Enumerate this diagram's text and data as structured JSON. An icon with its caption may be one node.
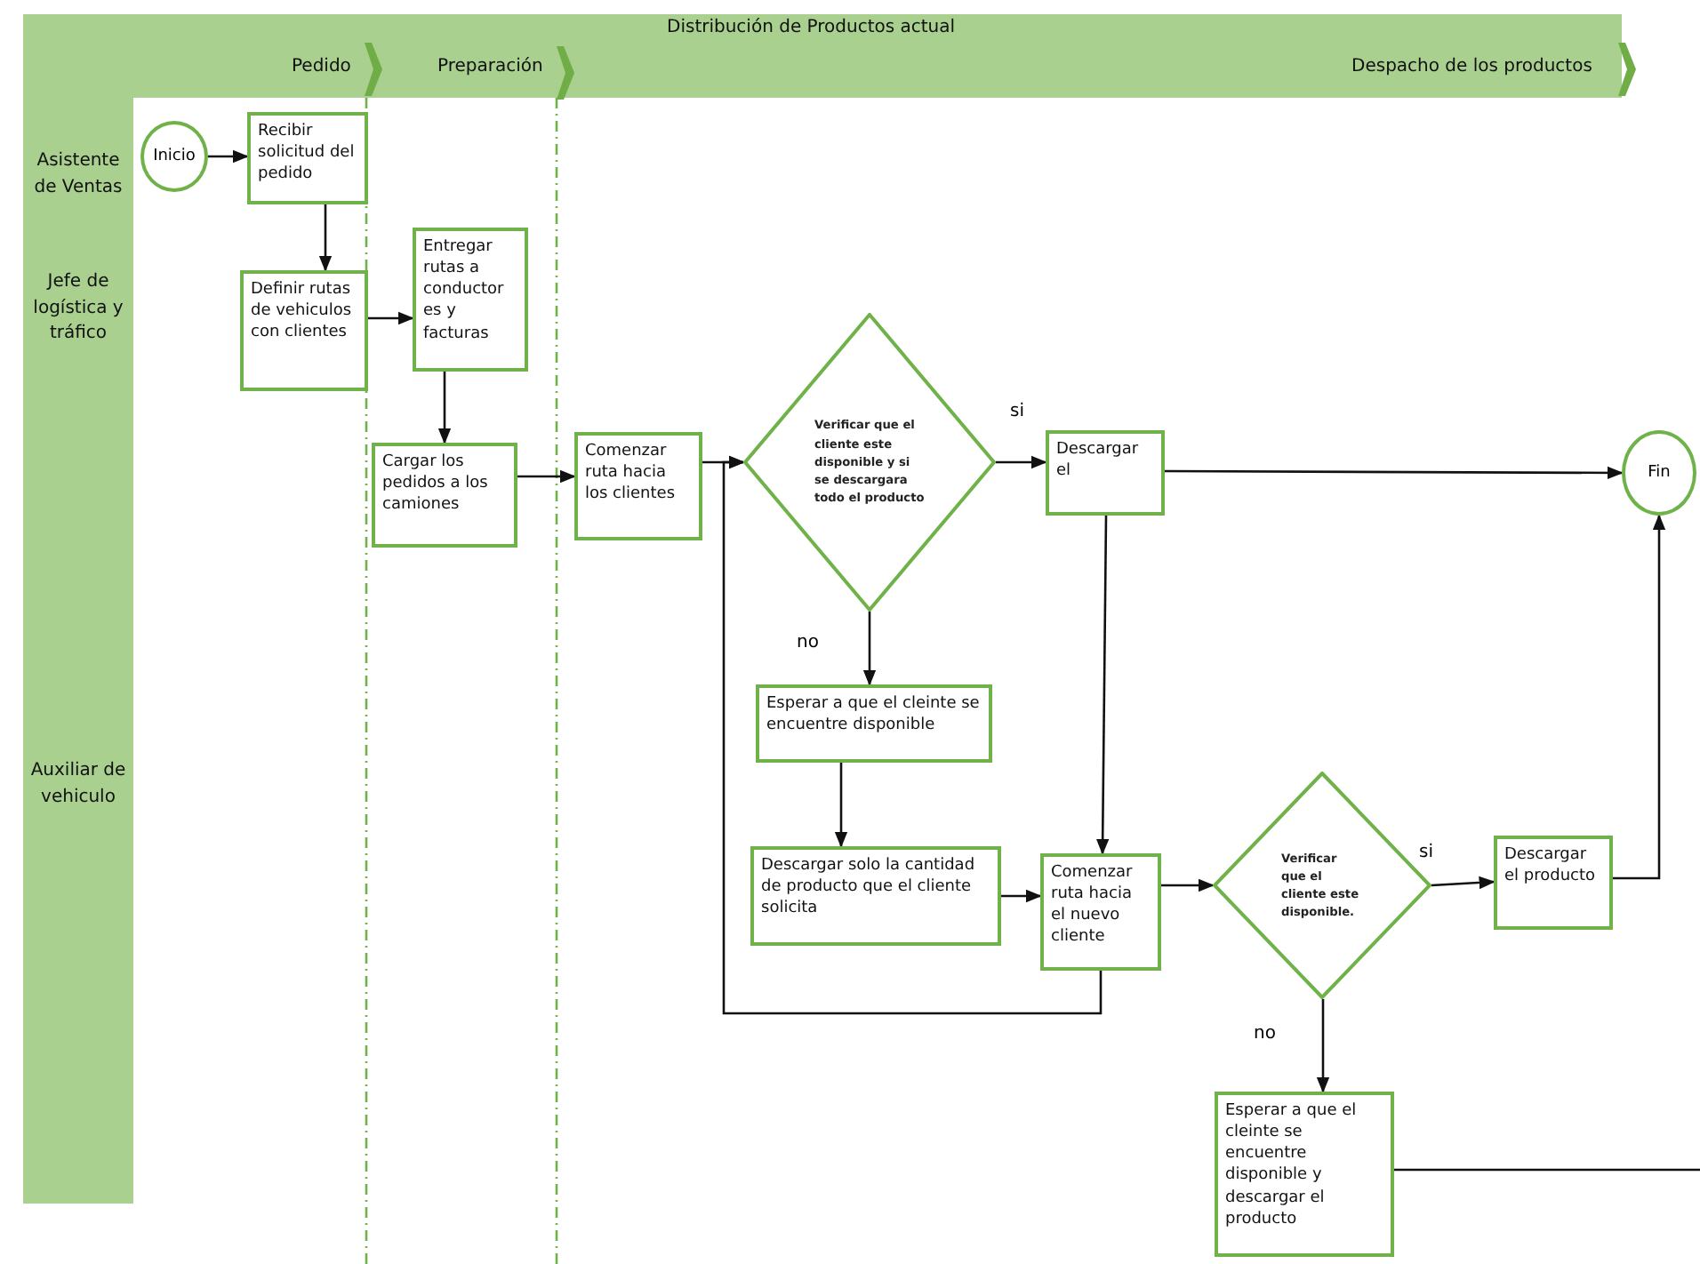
{
  "diagram": {
    "title": "Distribución de Productos actual",
    "nodes": [
      {
        "text": [
          "Inicio"
        ]
      },
      {
        "text": [
          "Recibir solicitud del pedido"
        ]
      },
      {
        "text": [
          "Definir rutas de vehiculos con clientes"
        ]
      },
      {
        "text": [
          "Entregar rutas a conductor es y facturas"
        ]
      },
      {
        "text": [
          "Cargar los pedidos a los camiones"
        ]
      },
      {
        "text": [
          "Comenzar ruta hacia los clientes"
        ]
      },
      {
        "text": [
          "Verificar que el cliente este disponible y si se descargara todo el producto"
        ]
      },
      {
        "text": [
          "Descargar el"
        ]
      },
      {
        "text": [
          "Fin"
        ]
      },
      {
        "text": [
          "Esperar a que el cleinte se encuentre disponible"
        ]
      },
      {
        "text": [
          "Descargar solo la cantidad de producto que el cliente solicita"
        ]
      },
      {
        "text": [
          "Comenzar ruta hacia el nuevo cliente"
        ]
      },
      {
        "text": [
          "Verificar que el cliente este disponible."
        ]
      },
      {
        "text": [
          "Descargar el producto"
        ]
      },
      {
        "text": [
          "Esperar a que el cleinte se encuentre disponible y descargar el producto"
        ]
      }
    ],
    "edges": [
      {
        "from": 0,
        "to": 1,
        "arrow": "to"
      },
      {
        "from": 1,
        "to": 2,
        "arrow": "to"
      },
      {
        "from": 2,
        "to": 3,
        "arrow": "to"
      },
      {
        "from": 3,
        "to": 4,
        "arrow": "to"
      },
      {
        "from": 4,
        "to": 5,
        "arrow": "to"
      },
      {
        "from": 5,
        "to": 6,
        "arrow": "to"
      },
      {
        "from": 6,
        "to": 7,
        "label": "si",
        "arrow": "to"
      },
      {
        "from": 7,
        "to": 8,
        "arrow": "to"
      },
      {
        "from": 6,
        "to": 9,
        "label": "no",
        "arrow": "to"
      },
      {
        "from": 9,
        "to": 10,
        "arrow": "to"
      },
      {
        "from": 10,
        "to": 11,
        "arrow": "to"
      },
      {
        "from": 7,
        "to": 11,
        "arrow": "to"
      },
      {
        "from": 11,
        "to": 6,
        "arrow": "to"
      },
      {
        "from": 11,
        "to": 12,
        "arrow": "to"
      },
      {
        "from": 12,
        "to": 13,
        "label": "si",
        "arrow": "to"
      },
      {
        "from": 13,
        "to": 8,
        "arrow": "to"
      },
      {
        "from": 12,
        "to": 14,
        "label": "no",
        "arrow": "to"
      },
      {
        "from": 14,
        "to": null,
        "arrow": "none"
      }
    ],
    "labels": [
      "Pedido",
      "Preparación",
      "Despacho de los productos",
      "Asistente de Ventas",
      "Jefe de logística y tráfico",
      "Auxiliar de vehiculo"
    ]
  }
}
